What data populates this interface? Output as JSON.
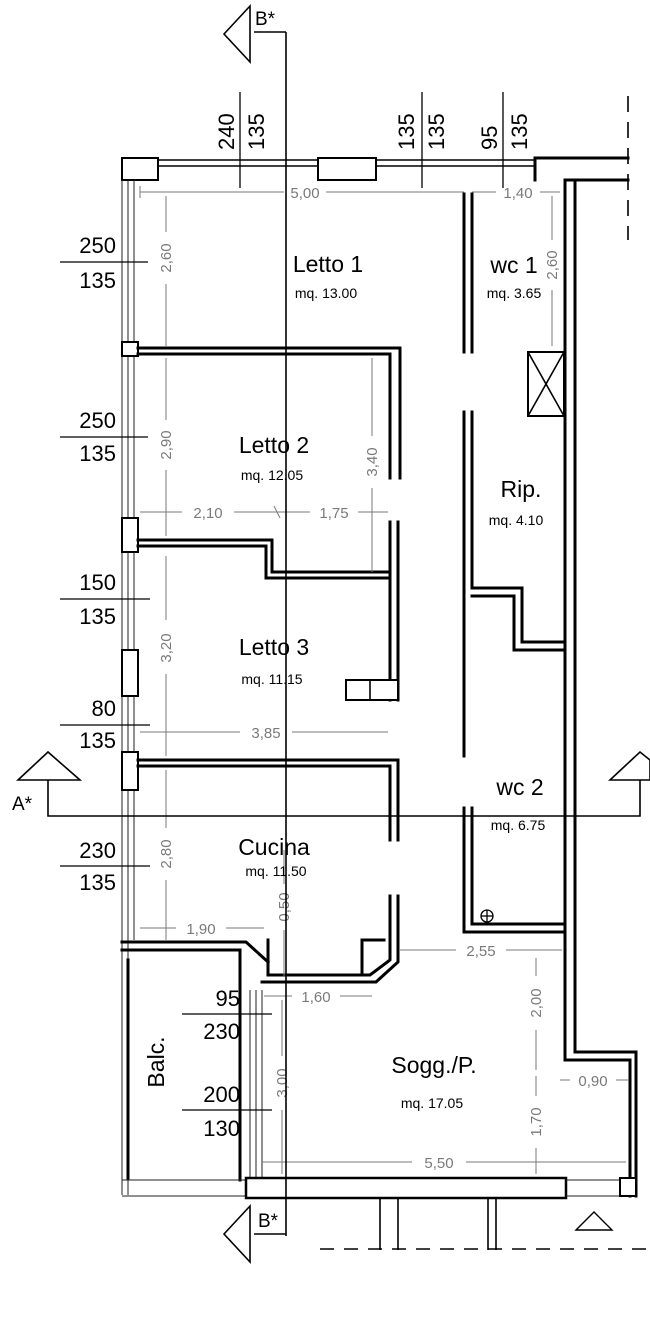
{
  "rooms": {
    "letto1": {
      "name": "Letto 1",
      "area": "mq. 13.00"
    },
    "wc1": {
      "name": "wc 1",
      "area": "mq. 3.65"
    },
    "letto2": {
      "name": "Letto 2",
      "area": "mq. 12.05"
    },
    "rip": {
      "name": "Rip.",
      "area": "mq. 4.10"
    },
    "letto3": {
      "name": "Letto 3",
      "area": "mq. 11.15"
    },
    "wc2": {
      "name": "wc 2",
      "area": "mq. 6.75"
    },
    "cucina": {
      "name": "Cucina",
      "area": "mq. 11.50"
    },
    "soggiorno": {
      "name": "Sogg./P.",
      "area": "mq. 17.05"
    },
    "balcone": {
      "name": "Balc."
    }
  },
  "dimensions": {
    "d500": "5,00",
    "d140": "1,40",
    "d260a": "2,60",
    "d260b": "2,60",
    "d290": "2,90",
    "d340": "3,40",
    "d210": "2,10",
    "d175": "1,75",
    "d320": "3,20",
    "d385": "3,85",
    "d280": "2,80",
    "d050": "0,50",
    "d190": "1,90",
    "d255": "2,55",
    "d160": "1,60",
    "d200": "2,00",
    "d090": "0,90",
    "d300": "3,00",
    "d170": "1,70",
    "d550": "5,50"
  },
  "openings": {
    "top1": {
      "w": "240",
      "h": "135"
    },
    "top2": {
      "w": "135",
      "h": "135"
    },
    "top3": {
      "w": "95",
      "h": "135"
    },
    "left1": {
      "w": "250",
      "h": "135"
    },
    "left2": {
      "w": "250",
      "h": "135"
    },
    "left3": {
      "w": "150",
      "h": "135"
    },
    "left4": {
      "w": "80",
      "h": "135"
    },
    "left5": {
      "w": "230",
      "h": "135"
    },
    "balc1": {
      "w": "95",
      "h": "230"
    },
    "balc2": {
      "w": "200",
      "h": "130"
    }
  },
  "sections": {
    "b_top": "B*",
    "b_bottom": "B*",
    "a_left": "A*"
  }
}
